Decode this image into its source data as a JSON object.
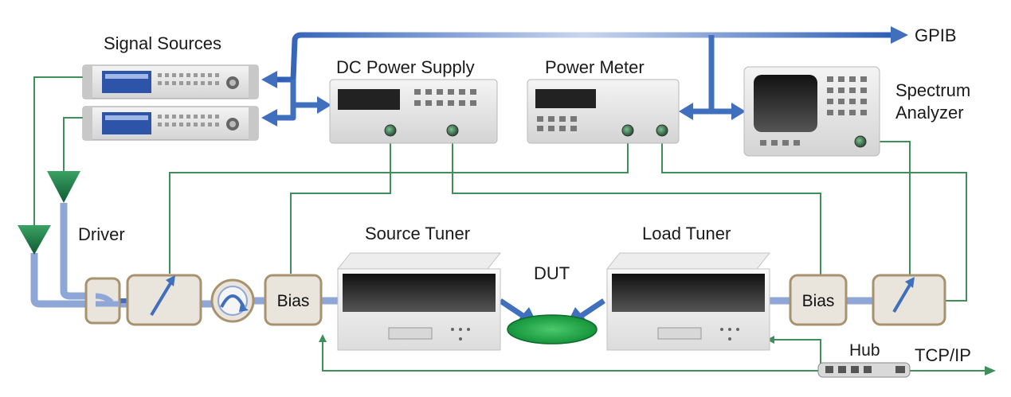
{
  "labels": {
    "signal_sources": "Signal Sources",
    "dc_power_supply": "DC Power Supply",
    "power_meter": "Power Meter",
    "spectrum_analyzer": "Spectrum Analyzer",
    "gpib": "GPIB",
    "driver": "Driver",
    "source_tuner": "Source Tuner",
    "load_tuner": "Load Tuner",
    "dut": "DUT",
    "bias_input": "Bias",
    "bias_output": "Bias",
    "hub": "Hub",
    "tcp_ip": "TCP/IP"
  },
  "colors": {
    "gpib_bus": "#3f6fbd",
    "rf_path": "#8ea7d6",
    "control_wire": "#3f8f5a",
    "amplifier": "#1f7a45",
    "dut_pad": "#22a84a",
    "instrument_body": "#e6e6e6"
  }
}
